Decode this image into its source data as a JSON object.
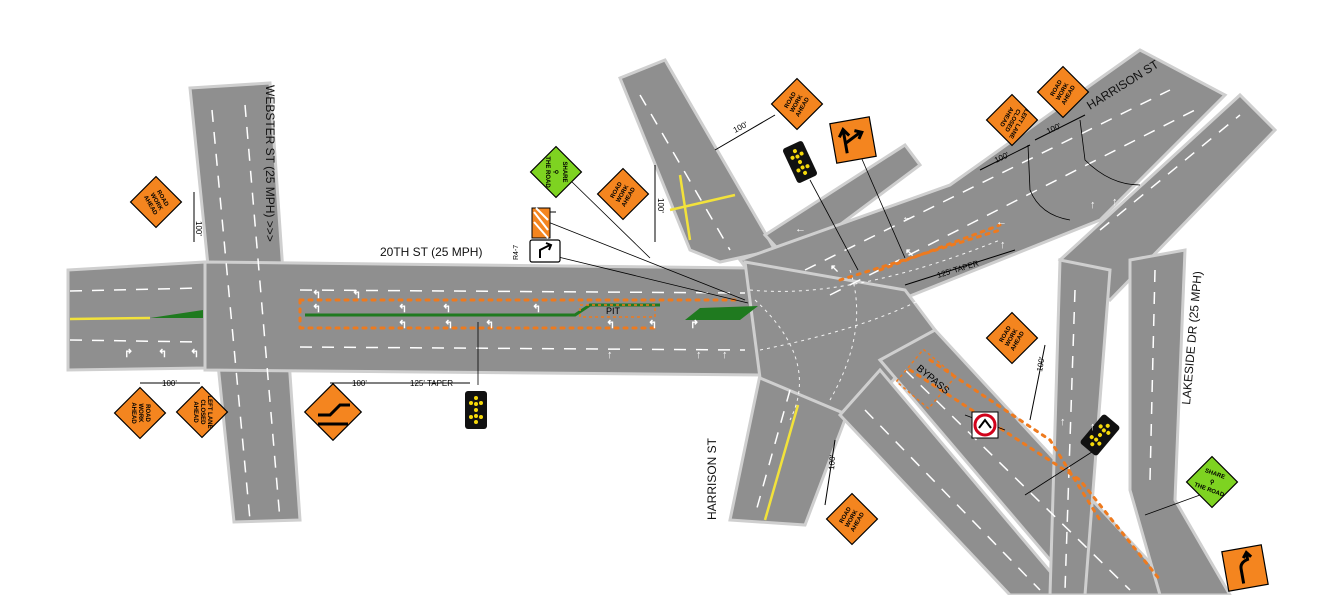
{
  "streets": {
    "webster": "WEBSTER ST (25 MPH) >>>",
    "twentieth": "20TH ST (25 MPH)",
    "harrison_north": "HARRISON ST",
    "harrison_south": "HARRISON ST",
    "lakeside": "LAKESIDE DR (25 MPH)"
  },
  "dimensions": {
    "d100": "100'",
    "taper": "125' TAPER"
  },
  "signs": {
    "road_work_ahead": [
      "ROAD",
      "WORK",
      "AHEAD"
    ],
    "left_lane_closed_ahead": [
      "LEFT LANE",
      "CLOSED",
      "AHEAD"
    ],
    "share_the_road": [
      "SHARE",
      "THE ROAD"
    ],
    "sign_code": "R4-7",
    "pit_label": "PIT",
    "bypass_label": "BYPASS"
  },
  "colors": {
    "road": "#8f8f8f",
    "work_sign": "#f4851f",
    "bike_sign": "#7ed321",
    "channelizer": "#ee7a1e",
    "median": "#1f7a1f"
  }
}
